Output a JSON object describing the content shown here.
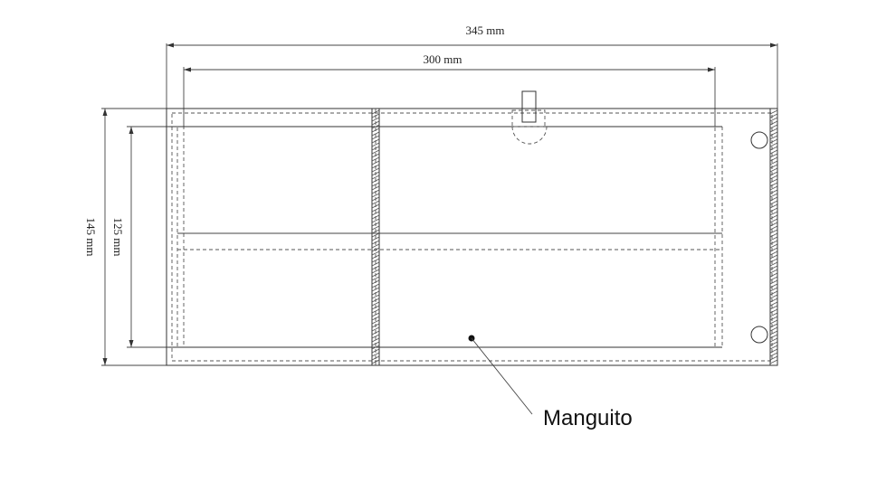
{
  "dimensions": {
    "overall_width": "345 mm",
    "inner_width": "300 mm",
    "overall_height": "145 mm",
    "inner_height": "125 mm"
  },
  "callout": {
    "label": "Manguito"
  }
}
